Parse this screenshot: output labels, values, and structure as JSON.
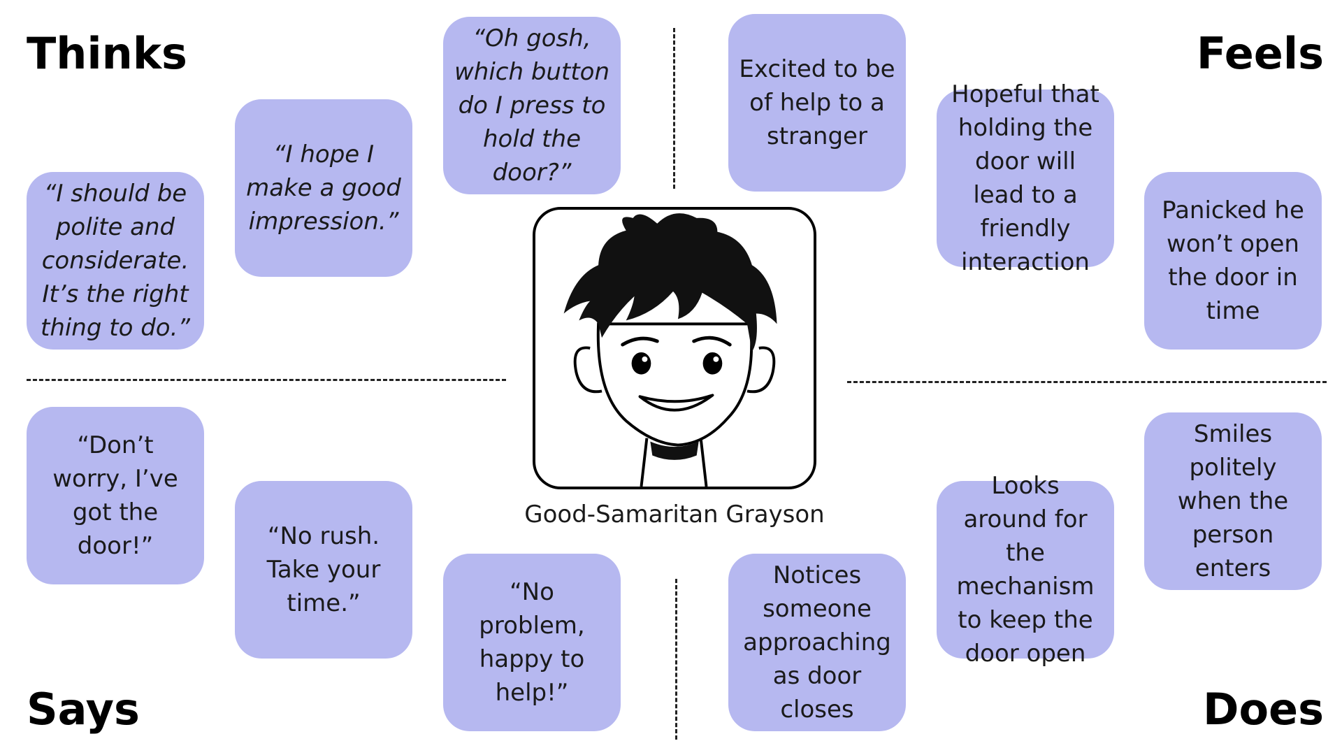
{
  "quadrants": {
    "thinks": {
      "title": "Thinks",
      "notes": [
        "“I should be polite and considerate. It’s the right thing to do.”",
        "“I hope I make a good impression.”",
        "“Oh gosh, which button do I press to hold the door?”"
      ]
    },
    "feels": {
      "title": "Feels",
      "notes": [
        "Excited to be of help to a stranger",
        "Hopeful that holding the door will lead to a friendly interaction",
        "Panicked he won’t open the door in time"
      ]
    },
    "says": {
      "title": "Says",
      "notes": [
        "“Don’t worry, I’ve got the door!”",
        "“No rush. Take your time.”",
        "“No problem, happy to help!”"
      ]
    },
    "does": {
      "title": "Does",
      "notes": [
        "Notices someone approaching as door closes",
        "Looks around for the mechanism to keep the door open",
        "Smiles politely when the person enters"
      ]
    }
  },
  "persona": {
    "name": "Good-Samaritan Grayson",
    "avatar_icon": "cartoon-boy-face-icon"
  },
  "colors": {
    "note_background": "#b6b8f0",
    "divider": "#222222",
    "title": "#000000"
  }
}
